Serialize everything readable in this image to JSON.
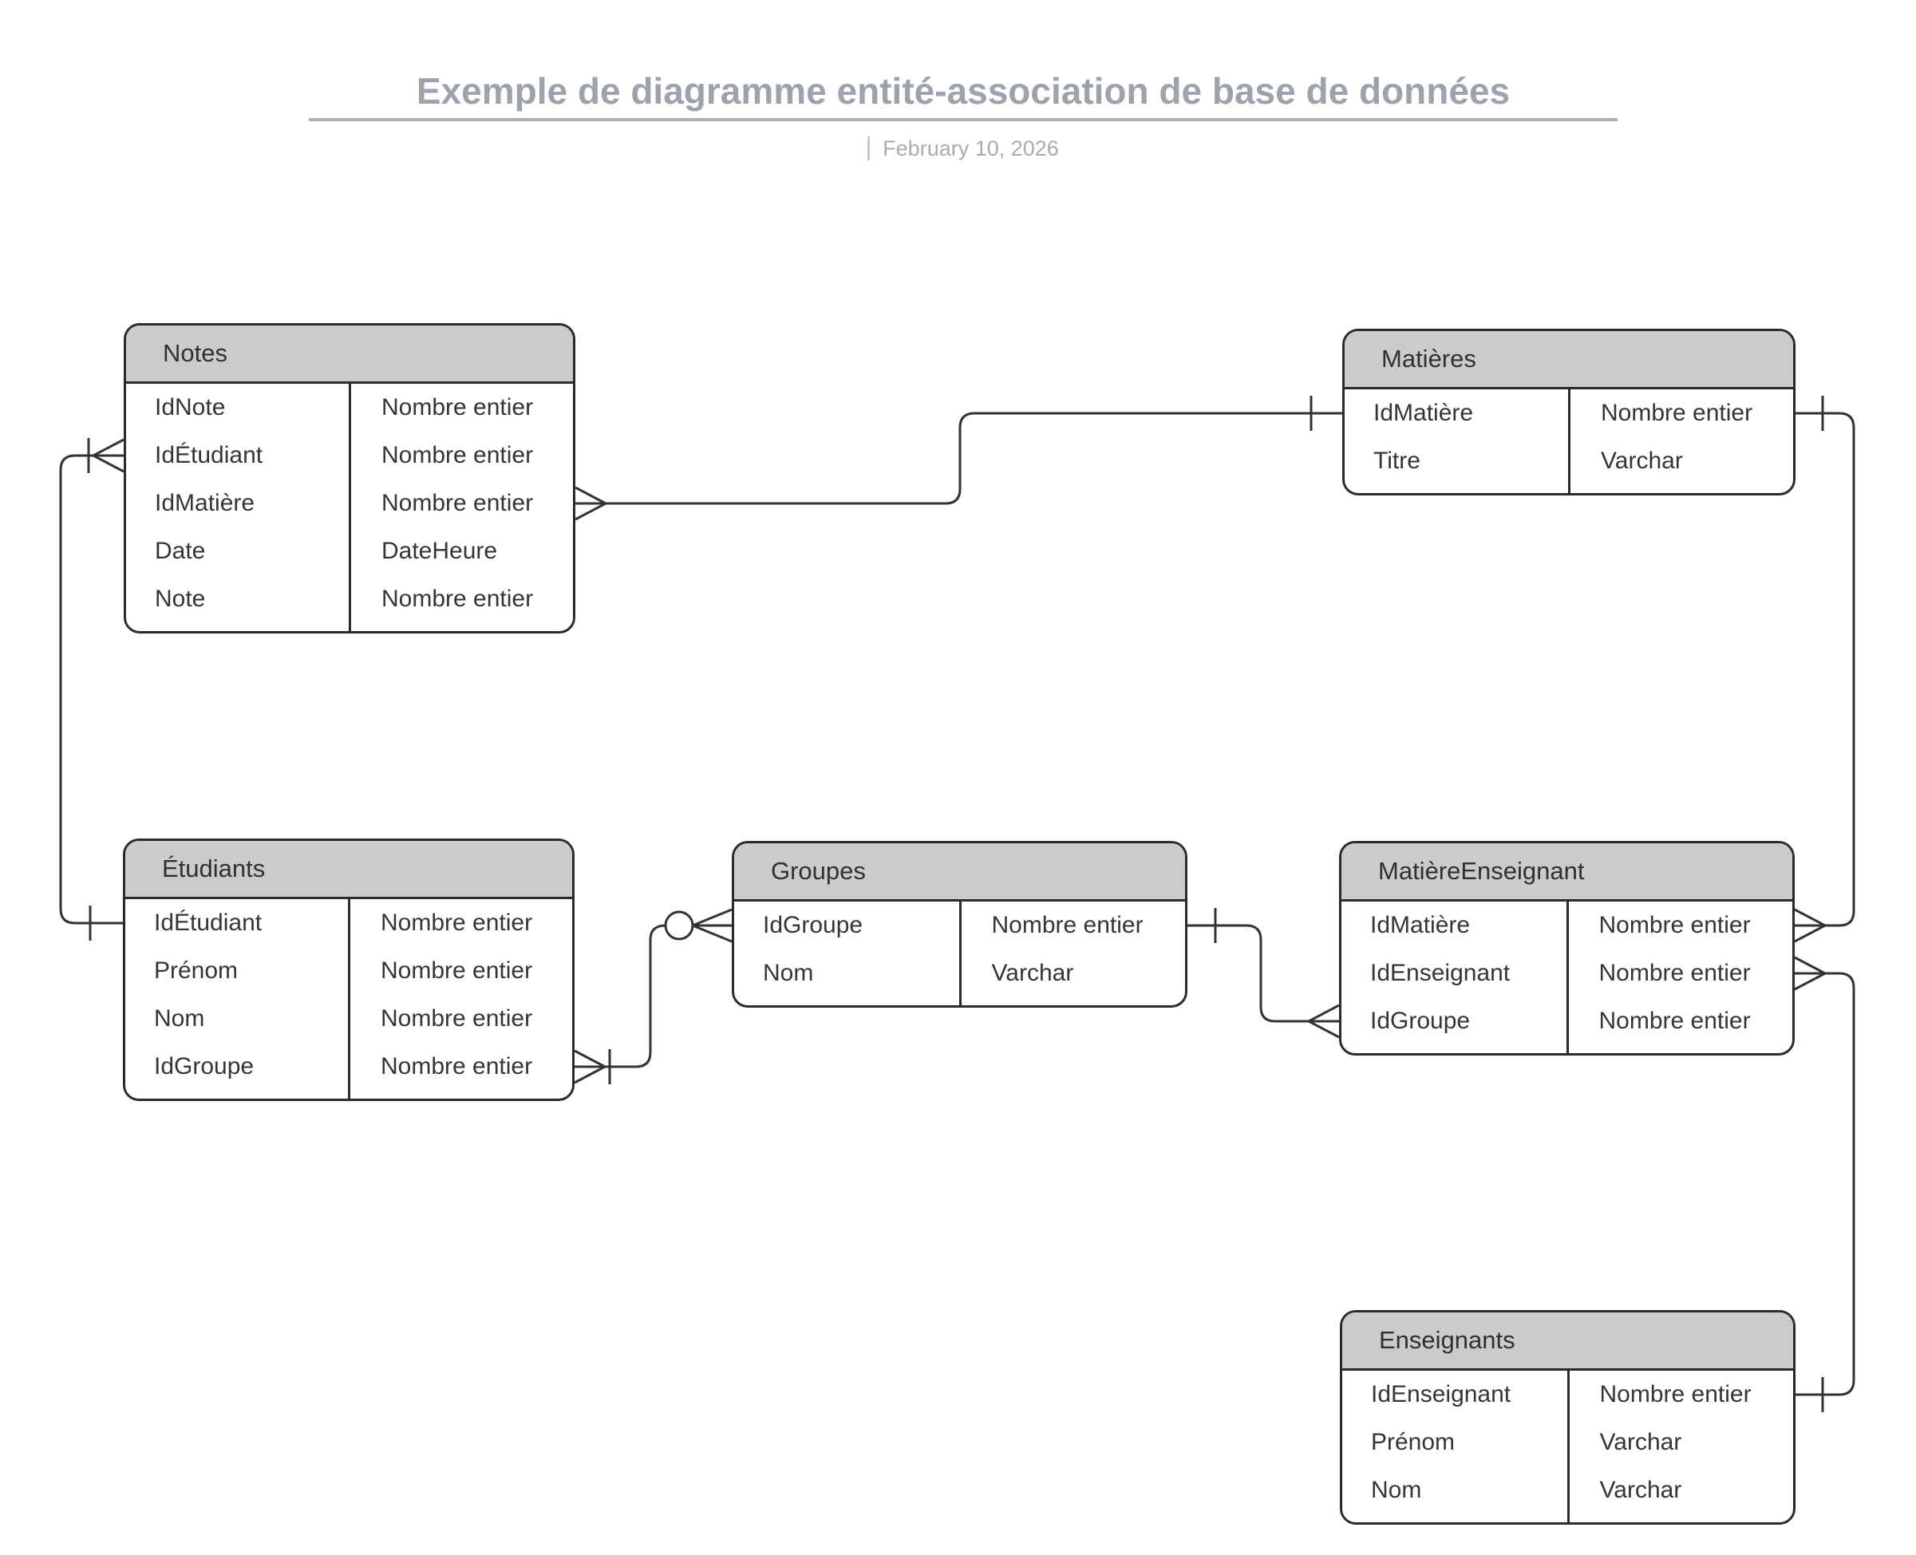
{
  "header": {
    "title": "Exemple de diagramme entité-association de base de données",
    "date": "February 10, 2026"
  },
  "colors": {
    "entity_header_fill": "#cbcbcb",
    "entity_border": "#2b2b2b",
    "connector_line": "#333333",
    "title_text": "#9da3ad",
    "title_underline": "#abb0b8",
    "date_text": "#a6abb4"
  },
  "entities": [
    {
      "name": "Notes",
      "attributes": [
        {
          "field": "IdNote",
          "type": "Nombre entier"
        },
        {
          "field": "IdÉtudiant",
          "type": "Nombre entier"
        },
        {
          "field": "IdMatière",
          "type": "Nombre entier"
        },
        {
          "field": "Date",
          "type": "DateHeure"
        },
        {
          "field": "Note",
          "type": "Nombre entier"
        }
      ]
    },
    {
      "name": "Matières",
      "attributes": [
        {
          "field": "IdMatière",
          "type": "Nombre entier"
        },
        {
          "field": "Titre",
          "type": "Varchar"
        }
      ]
    },
    {
      "name": "Étudiants",
      "attributes": [
        {
          "field": "IdÉtudiant",
          "type": "Nombre entier"
        },
        {
          "field": "Prénom",
          "type": "Nombre entier"
        },
        {
          "field": "Nom",
          "type": "Nombre entier"
        },
        {
          "field": "IdGroupe",
          "type": "Nombre entier"
        }
      ]
    },
    {
      "name": "Groupes",
      "attributes": [
        {
          "field": "IdGroupe",
          "type": "Nombre entier"
        },
        {
          "field": "Nom",
          "type": "Varchar"
        }
      ]
    },
    {
      "name": "MatièreEnseignant",
      "attributes": [
        {
          "field": "IdMatière",
          "type": "Nombre entier"
        },
        {
          "field": "IdEnseignant",
          "type": "Nombre entier"
        },
        {
          "field": "IdGroupe",
          "type": "Nombre entier"
        }
      ]
    },
    {
      "name": "Enseignants",
      "attributes": [
        {
          "field": "IdEnseignant",
          "type": "Nombre entier"
        },
        {
          "field": "Prénom",
          "type": "Varchar"
        },
        {
          "field": "Nom",
          "type": "Varchar"
        }
      ]
    }
  ],
  "relationships": [
    {
      "from": "Notes",
      "from_attribute": "IdÉtudiant",
      "from_cardinality": "one-or-many",
      "to": "Étudiants",
      "to_attribute": "IdÉtudiant",
      "to_cardinality": "one"
    },
    {
      "from": "Notes",
      "from_attribute": "IdMatière",
      "from_cardinality": "many",
      "to": "Matières",
      "to_attribute": "IdMatière",
      "to_cardinality": "one"
    },
    {
      "from": "Étudiants",
      "from_attribute": "IdGroupe",
      "from_cardinality": "one-or-many",
      "to": "Groupes",
      "to_attribute": "IdGroupe",
      "to_cardinality": "zero-or-many"
    },
    {
      "from": "MatièreEnseignant",
      "from_attribute": "IdGroupe",
      "from_cardinality": "many",
      "to": "Groupes",
      "to_attribute": "IdGroupe",
      "to_cardinality": "one"
    },
    {
      "from": "MatièreEnseignant",
      "from_attribute": "IdMatière",
      "from_cardinality": "many",
      "to": "Matières",
      "to_attribute": "IdMatière",
      "to_cardinality": "one"
    },
    {
      "from": "MatièreEnseignant",
      "from_attribute": "IdEnseignant",
      "from_cardinality": "many",
      "to": "Enseignants",
      "to_attribute": "IdEnseignant",
      "to_cardinality": "one"
    }
  ]
}
